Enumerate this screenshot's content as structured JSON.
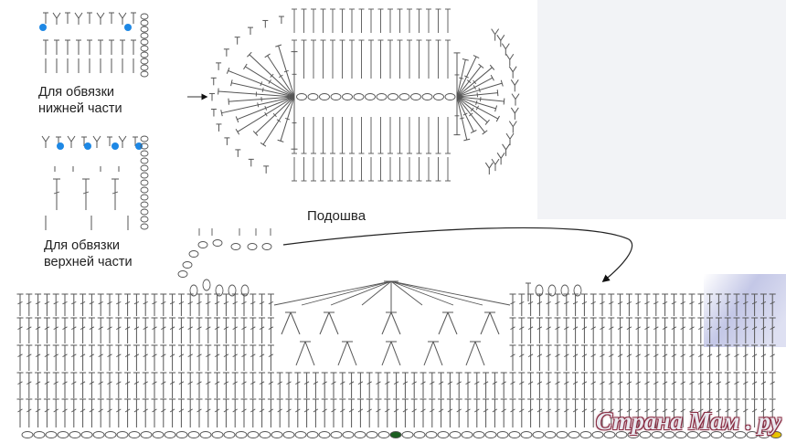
{
  "labels": {
    "lower_trim": [
      "Для обвязки",
      "нижней части"
    ],
    "upper_trim": [
      "Для обвязки",
      "верхней части"
    ],
    "sole": "Подошва"
  },
  "watermark": "Страна Мам . ру",
  "colors": {
    "line": "#555555",
    "marker": "#1e88e5",
    "start_chain": "#1b5e20",
    "end_chain": "#e8c400",
    "shade": "#7b83c9",
    "watermark_outline": "#8a2f45"
  },
  "icons": [
    "chain-stitch",
    "single-crochet",
    "double-crochet",
    "decrease",
    "slip-stitch-marker",
    "arrow"
  ]
}
